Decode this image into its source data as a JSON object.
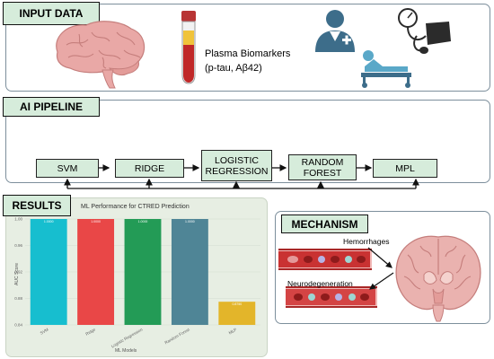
{
  "sections": {
    "input_label": "INPUT DATA",
    "pipeline_label": "AI PIPELINE",
    "results_label": "RESULTS",
    "mechanism_label": "MECHANISM"
  },
  "input": {
    "biomarker_title": "Plasma Biomarkers",
    "biomarker_detail": "(p-tau, Aβ42)"
  },
  "pipeline": {
    "models": [
      "SVM",
      "RIDGE",
      "LOGISTIC\nREGRESSION",
      "RANDOM\nFOREST",
      "MPL"
    ]
  },
  "mechanism": {
    "label_top": "Hemorrhages",
    "label_bottom": "Neurodegeneration"
  },
  "colors": {
    "label_fill": "#d6ecdb",
    "results_bg": "#e7eee3",
    "bar_svm": "#17becf",
    "bar_ridge": "#e94747",
    "bar_logistic": "#239b56",
    "bar_forest": "#4f8596",
    "bar_mlp": "#e3b52a"
  },
  "chart_data": {
    "type": "bar",
    "title": "ML Performance for CTRED Prediction",
    "xlabel": "ML Models",
    "ylabel": "AUC Score",
    "categories": [
      "SVM",
      "Ridge",
      "Logistic Regression",
      "Random Forest",
      "MLP"
    ],
    "values": [
      1.0,
      1.0,
      1.0,
      1.0,
      0.875
    ],
    "value_labels": [
      "1.0000",
      "1.0000",
      "1.0000",
      "1.0000",
      "0.8750"
    ],
    "ylim": [
      0.84,
      1.0
    ],
    "yticks": [
      "0.84",
      "0.88",
      "0.92",
      "0.96",
      "1.00"
    ],
    "grid": true,
    "legend": "none"
  }
}
